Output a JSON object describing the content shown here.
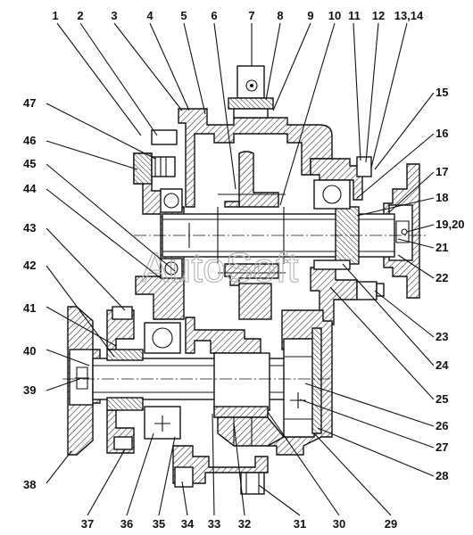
{
  "watermark": "AutoSoft",
  "callouts": {
    "top": [
      "1",
      "2",
      "3",
      "4",
      "5",
      "6",
      "7",
      "8",
      "9",
      "10",
      "11",
      "12",
      "13,14"
    ],
    "right": [
      "15",
      "16",
      "17",
      "18",
      "19,20",
      "21",
      "22",
      "23",
      "24",
      "25",
      "26",
      "27",
      "28"
    ],
    "bottom": [
      "29",
      "30",
      "31",
      "32",
      "33",
      "34",
      "35",
      "36",
      "37"
    ],
    "left": [
      "38",
      "39",
      "40",
      "41",
      "42",
      "43",
      "44",
      "45",
      "46",
      "47"
    ]
  },
  "colors": {
    "ink": "#111111",
    "section_hatch": "#222222",
    "background": "#ffffff",
    "watermark": "#b8b8b8"
  }
}
